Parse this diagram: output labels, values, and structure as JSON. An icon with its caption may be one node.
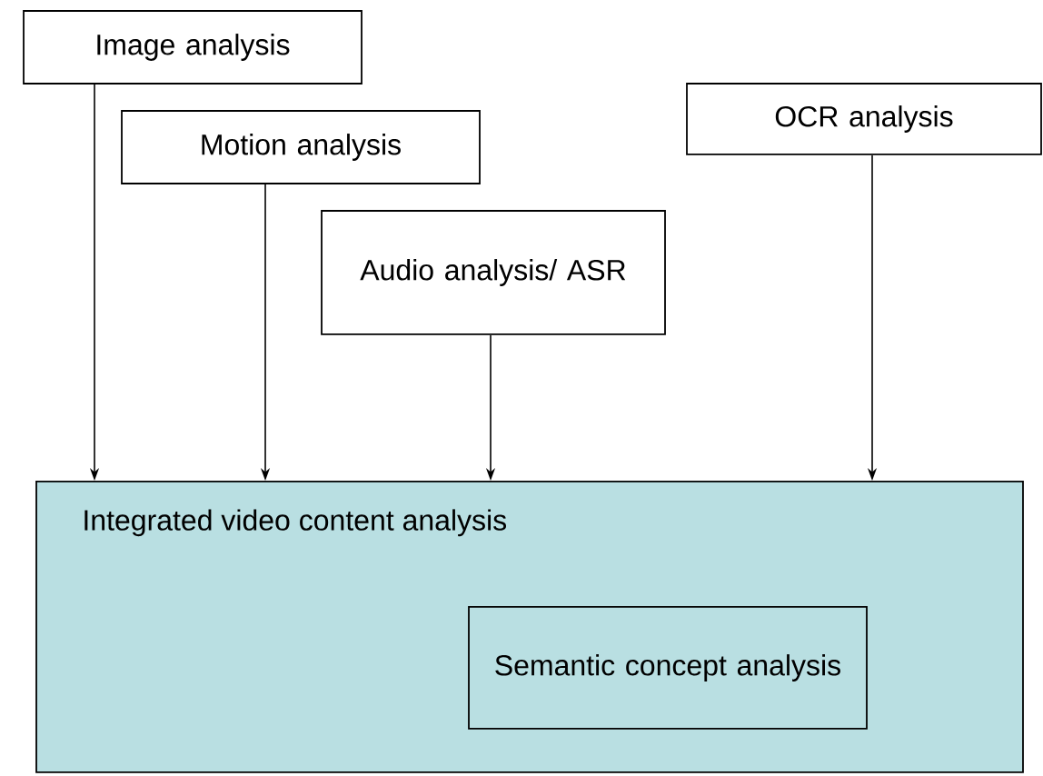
{
  "diagram": {
    "nodes": [
      {
        "text": [
          "Image analysis"
        ]
      },
      {
        "text": [
          "Motion analysis"
        ]
      },
      {
        "text": [
          "Audio analysis/ ASR"
        ]
      },
      {
        "text": [
          "OCR analysis"
        ]
      },
      {
        "text": [
          "Integrated video content analysis"
        ]
      },
      {
        "text": [
          "Semantic concept analysis"
        ],
        "in": 4
      }
    ],
    "edges": [
      {
        "from": 0,
        "to": 4,
        "arrow": "to"
      },
      {
        "from": 1,
        "to": 4,
        "arrow": "to"
      },
      {
        "from": 2,
        "to": 4,
        "arrow": "to"
      },
      {
        "from": 3,
        "to": 4,
        "arrow": "to"
      }
    ]
  }
}
